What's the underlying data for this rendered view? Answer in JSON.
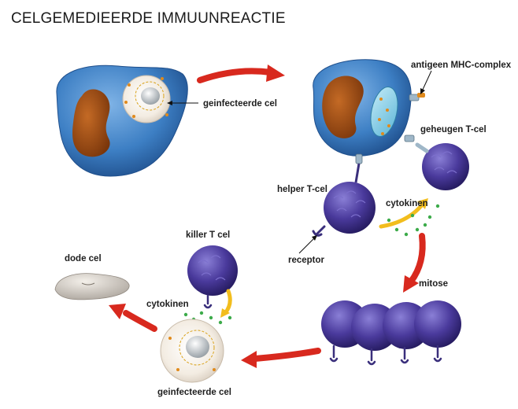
{
  "title": "CELGEMEDIEERDE IMMUUNREACTIE",
  "labels": {
    "infected_cell_top": "geinfecteerde cel",
    "antigen_mhc": "antigeen MHC-complex",
    "memory_t_cell": "geheugen T-cel",
    "helper_t_cell": "helper T-cel",
    "cytokines_top": "cytokinen",
    "receptor": "receptor",
    "mitosis": "mitose",
    "killer_t_cell": "killer T cel",
    "dead_cell": "dode cel",
    "cytokines_bottom": "cytokinen",
    "infected_cell_bottom": "geinfecteerde cel"
  },
  "colors": {
    "cell_blue": "#3d7fc4",
    "nucleus_brown": "#9a4a12",
    "t_cell_purple": "#4a3a9c",
    "arrow_red": "#d8291e",
    "arrow_yellow": "#f2bd1d",
    "cytokine_green": "#3cab4a"
  }
}
